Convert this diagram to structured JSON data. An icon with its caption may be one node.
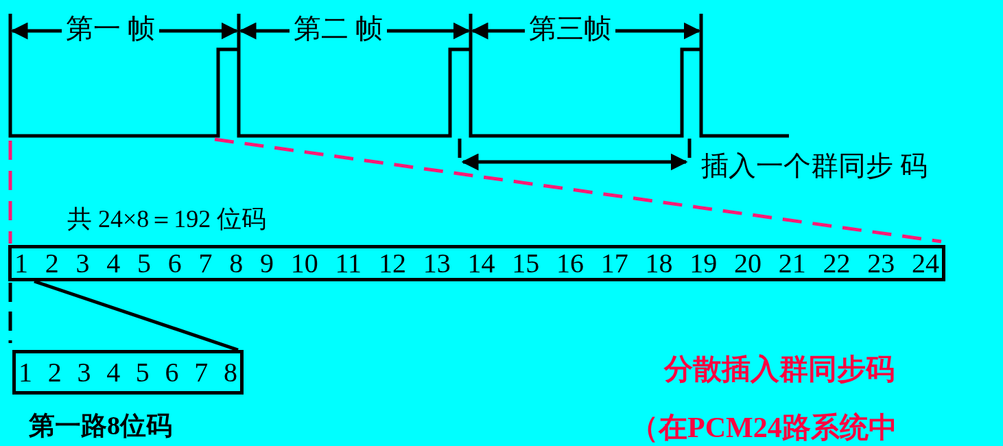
{
  "diagram": {
    "nodes": [
      {
        "text": [
          "1 2 3 4 5 6 7 8 9 10 11 12 13 14 15 16 17 18 19 20 21 22 23 24"
        ],
        "beside": [
          "共 24×8＝192 位码"
        ]
      },
      {
        "text": [
          "1 2 3 4 5 6 7 8"
        ],
        "beside": [
          "第一路8位码"
        ]
      }
    ],
    "edges": [
      {
        "from": 0,
        "to": 1,
        "arrow": "none"
      }
    ],
    "labels": [
      "第一 帧",
      "第二 帧",
      "第三帧",
      "插入一个群同步 码",
      "分散插入群同步码",
      "（在PCM24路系统中"
    ]
  }
}
